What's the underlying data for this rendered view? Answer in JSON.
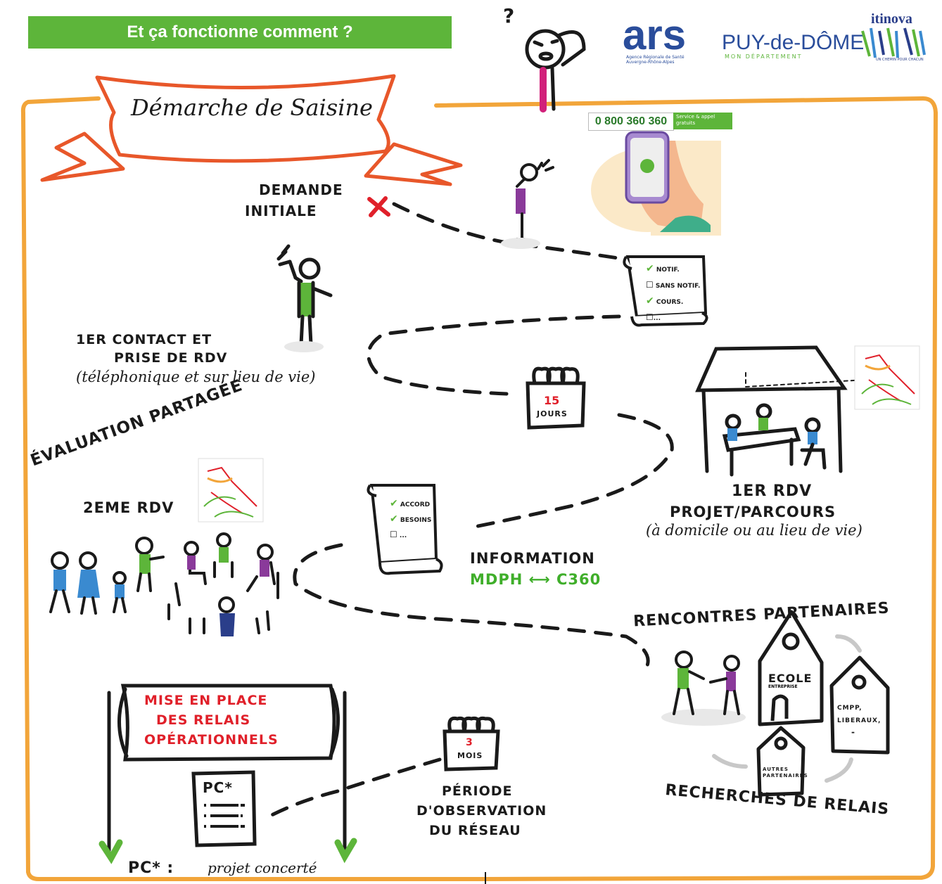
{
  "header": {
    "title": "Et ça fonctionne comment ?"
  },
  "logos": {
    "ars": "ars",
    "ars_sub": "Agence Régionale de Santé Auvergne-Rhône-Alpes",
    "puy": "PUY-de-DÔME",
    "puy_sub": "MON DÉPARTEMENT",
    "itinova": "itinova",
    "itinova_sub": "UN CHEMIN POUR CHACUN"
  },
  "banner": {
    "title": "Démarche de Saisine"
  },
  "phone": {
    "number": "0 800 360 360",
    "badge": "Service & appel gratuits"
  },
  "steps": {
    "demande_1": "DEMANDE",
    "demande_2": "INITIALE",
    "checklist1": [
      "NOTIF.",
      "SANS NOTIF.",
      "COURS.",
      "..."
    ],
    "contact_1": "1ER CONTACT ET",
    "contact_2": "PRISE DE RDV",
    "contact_3": "(téléphonique et sur lieu de vie)",
    "cal1_num": "15",
    "cal1_unit": "JOURS",
    "rdv1_1": "1ER RDV",
    "rdv1_2": "PROJET/PARCOURS",
    "rdv1_3": "(à domicile ou au lieu de vie)",
    "eval": "ÉVALUATION PARTAGÉE",
    "rdv2": "2EME RDV",
    "checklist2": [
      "ACCORD",
      "BESOINS",
      "..."
    ],
    "info_1": "INFORMATION",
    "info_2": "MDPH ⟷ C360",
    "rencontres": "RENCONTRES PARTENAIRES",
    "ecole": "ECOLE",
    "entreprise": "ENTREPRISE",
    "cmpp": "CMPP,",
    "liberaux": "LIBERAUX,",
    "dash": "-",
    "autres": "AUTRES PARTENAIRES",
    "recherches": "RECHERCHES DE RELAIS",
    "mise_1": "MISE EN PLACE",
    "mise_2": "DES RELAIS",
    "mise_3": "OPÉRATIONNELS",
    "pc_doc": "PC*",
    "cal2_num": "3",
    "cal2_unit": "MOIS",
    "periode_1": "PÉRIODE",
    "periode_2": "D'OBSERVATION",
    "periode_3": "DU RÉSEAU",
    "pc_label": "PC* :",
    "pc_def": "projet concerté"
  },
  "colors": {
    "green": "#5db53a",
    "orange": "#f0a030",
    "red": "#e0202a",
    "magenta": "#c0207a",
    "purple": "#8a3a9a",
    "blue": "#3a8ad0"
  }
}
